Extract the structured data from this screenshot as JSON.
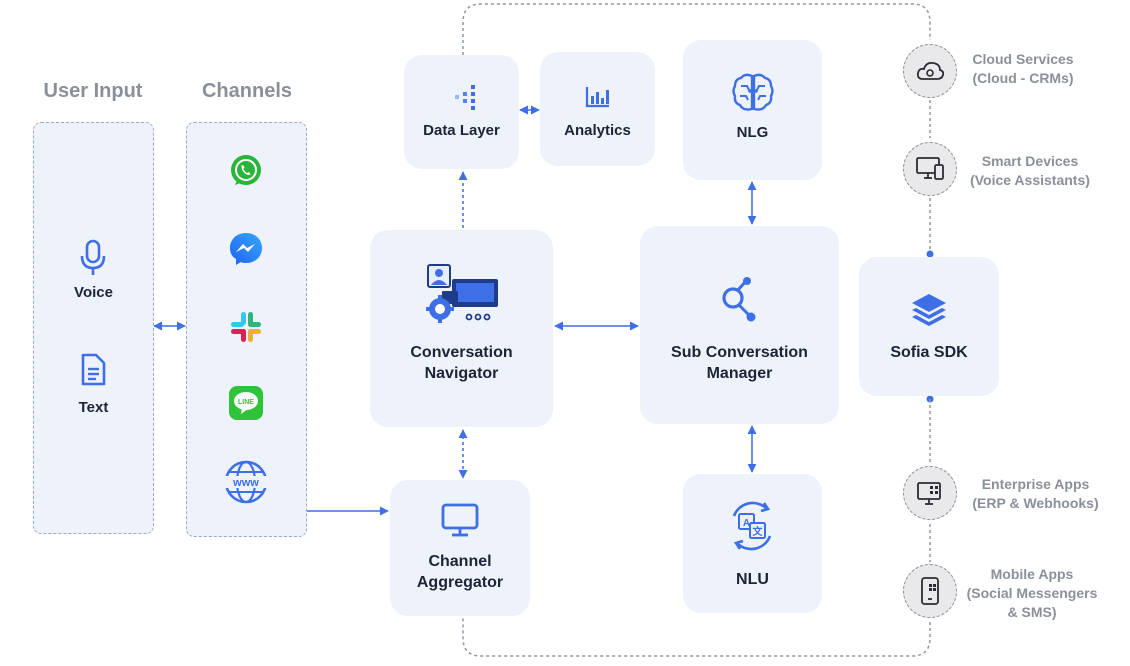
{
  "headers": {
    "user_input": "User Input",
    "channels": "Channels"
  },
  "user_input": {
    "voice": "Voice",
    "text": "Text"
  },
  "nodes": {
    "data_layer": "Data Layer",
    "analytics": "Analytics",
    "nlg": "NLG",
    "conversation_navigator": [
      "Conversation",
      "Navigator"
    ],
    "sub_conversation_manager": [
      "Sub Conversation",
      "Manager"
    ],
    "sofia_sdk": "Sofia SDK",
    "channel_aggregator": [
      "Channel",
      "Aggregator"
    ],
    "nlu": "NLU"
  },
  "integrations": {
    "cloud": [
      "Cloud Services",
      "(Cloud - CRMs)"
    ],
    "smart_devices": [
      "Smart Devices",
      "(Voice Assistants)"
    ],
    "enterprise": [
      "Enterprise Apps",
      "(ERP & Webhooks)"
    ],
    "mobile": [
      "Mobile Apps",
      "(Social Messengers",
      "& SMS)"
    ]
  },
  "channel_icons": [
    "whatsapp-icon",
    "messenger-icon",
    "slack-icon",
    "line-icon",
    "www-icon"
  ],
  "colors": {
    "accent": "#3f6fe6",
    "box": "#eef2fb",
    "muted": "#8a909b",
    "dark": "#1c2536"
  }
}
